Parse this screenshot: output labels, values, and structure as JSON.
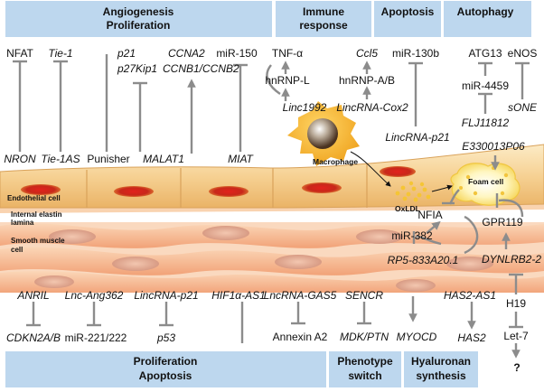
{
  "top_headers": [
    {
      "lines": [
        "Angiogenesis",
        "Proliferation"
      ]
    },
    {
      "lines": [
        "Immune",
        "response"
      ]
    },
    {
      "lines": [
        "Apoptosis"
      ]
    },
    {
      "lines": [
        "Autophagy"
      ]
    }
  ],
  "bottom_headers": [
    {
      "lines": [
        "Proliferation",
        "Apoptosis"
      ]
    },
    {
      "lines": [
        "Phenotype",
        "switch"
      ]
    },
    {
      "lines": [
        "Hyaluronan",
        "synthesis"
      ]
    }
  ],
  "top_targets": {
    "nfat": "NFAT",
    "tie1": "Tie-1",
    "p21": "p21",
    "p27": "p27Kip1",
    "ccna2": "CCNA2",
    "ccnb": "CCNB1/CCNB2",
    "mir150": "miR-150",
    "tnfa": "TNF-α",
    "ccl5": "Ccl5",
    "hnrnpl": "hnRNP-L",
    "hnrnpab": "hnRNP-A/B",
    "mir130b": "miR-130b",
    "atg13": "ATG13",
    "mir4459": "miR-4459",
    "enos": "eNOS"
  },
  "top_lncrnas": {
    "nron": "NRON",
    "tie1as": "Tie-1AS",
    "punisher": "Punisher",
    "malat1": "MALAT1",
    "miat": "MIAT",
    "linc1992": "Linc1992",
    "lincrnacox2": "LincRNA-Cox2",
    "lincrnap21_top": "LincRNA-p21",
    "flj11812": "FLJ11812",
    "sone": "sONE",
    "e330013p06": "E330013P06"
  },
  "cells": {
    "macrophage": "Macrophage",
    "endothelial": "Endothelial cell",
    "elastin": [
      "Internal elastin",
      "lamina"
    ],
    "smooth_muscle": [
      "Smooth muscle",
      "cell"
    ],
    "oxldl": "OxLDL",
    "foam": "Foam cell"
  },
  "middle": {
    "nfia": "NFIA",
    "gpr119": "GPR119",
    "mir382": "miR-382",
    "rp5": "RP5-833A20.1",
    "dynlrb2": "DYNLRB2-2"
  },
  "bottom_lncrnas": {
    "anril": "ANRIL",
    "lncang362": "Lnc-Ang362",
    "lincrnap21_bot": "LincRNA-p21",
    "hif1a": "HIF1α-AS1",
    "lncrnagas5": "LncRNA-GAS5",
    "sencr": "SENCR",
    "has2as1": "HAS2-AS1",
    "h19": "H19"
  },
  "bottom_targets": {
    "cdkn2ab": "CDKN2A/B",
    "mir221": "miR-221/222",
    "p53": "p53",
    "annexin": "Annexin A2",
    "mdk": "MDK/PTN",
    "myocd": "MYOCD",
    "has2": "HAS2",
    "let7": "Let-7",
    "question": "?"
  }
}
